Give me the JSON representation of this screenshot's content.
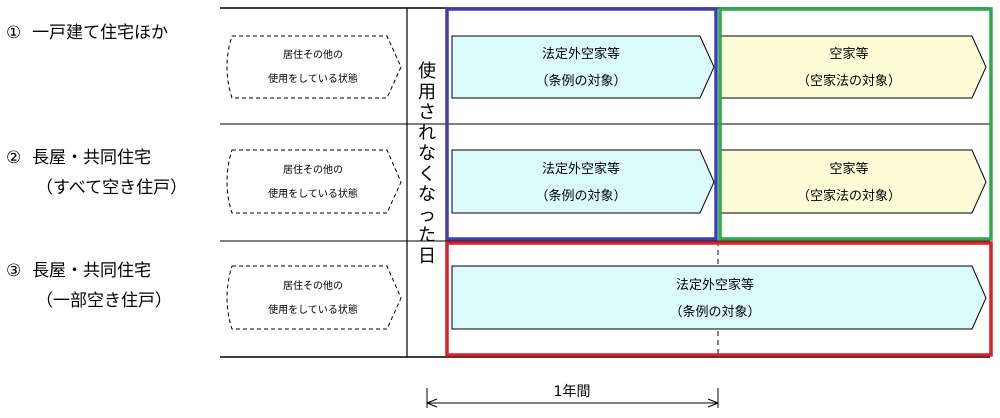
{
  "rows": [
    {
      "number": "①",
      "label_lines": [
        "一戸建て住宅ほか"
      ],
      "status": [
        "居住その他の",
        "使用をしている状態"
      ],
      "box1": {
        "line1": "法定外空家等",
        "line2": "（条例の対象）"
      },
      "box2": {
        "line1": "空家等",
        "line2": "（空家法の対象）"
      }
    },
    {
      "number": "②",
      "label_lines": [
        "長屋・共同住宅",
        "（すべて空き住戸）"
      ],
      "status": [
        "居住その他の",
        "使用をしている状態"
      ],
      "box1": {
        "line1": "法定外空家等",
        "line2": "（条例の対象）"
      },
      "box2": {
        "line1": "空家等",
        "line2": "（空家法の対象）"
      }
    },
    {
      "number": "③",
      "label_lines": [
        "長屋・共同住宅",
        "（一部空き住戸）"
      ],
      "status": [
        "居住その他の",
        "使用をしている状態"
      ],
      "box1": {
        "line1": "法定外空家等",
        "line2": "（条例の対象）"
      }
    }
  ],
  "vertical_label": "使用されなくなった日",
  "period_label": "1年間",
  "colors": {
    "cyan_fill": "#dafafc",
    "yellow_fill": "#fcfcd6",
    "blue_frame": "#3b3fb0",
    "green_frame": "#2fa84a",
    "red_frame": "#d8202a",
    "line": "#000000"
  }
}
